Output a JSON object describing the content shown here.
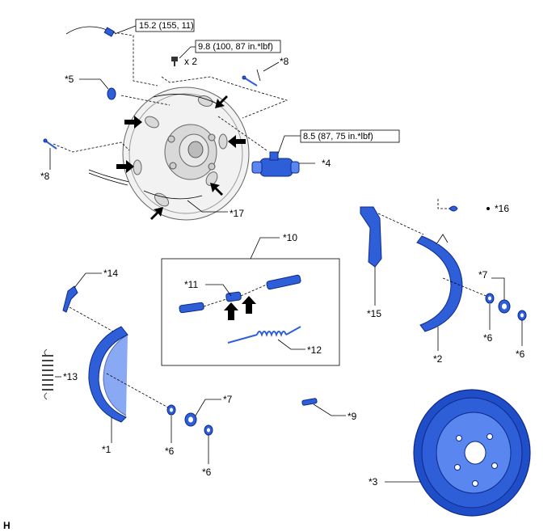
{
  "torque_labels": {
    "brake_line": "15.2 (155, 11)",
    "bolt": "9.8 (100, 87 in.*lbf)",
    "wheel_cylinder": "8.5 (87, 75 in.*lbf)"
  },
  "quantity_label": "x 2",
  "callouts": {
    "c1": "*1",
    "c2": "*2",
    "c3": "*3",
    "c4": "*4",
    "c5": "*5",
    "c6a": "*6",
    "c6b": "*6",
    "c6c": "*6",
    "c6d": "*6",
    "c7a": "*7",
    "c7b": "*7",
    "c8a": "*8",
    "c8b": "*8",
    "c9": "*9",
    "c10": "*10",
    "c11": "*11",
    "c12": "*12",
    "c13": "*13",
    "c14": "*14",
    "c15": "*15",
    "c16": "*16",
    "c17": "*17"
  },
  "footer_code": "H",
  "colors": {
    "part_blue": "#2f5fd8",
    "part_outline": "#0d2a8a",
    "plate_grey": "#f2f2f2"
  }
}
